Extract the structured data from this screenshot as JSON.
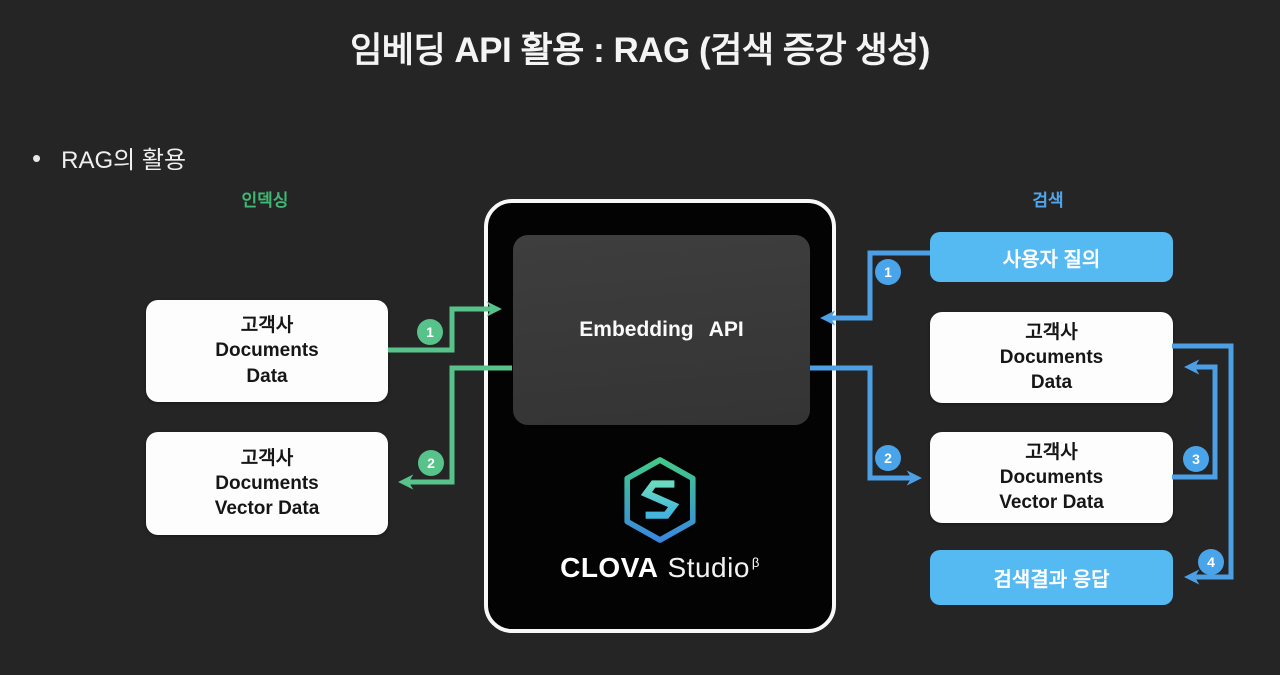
{
  "slide": {
    "title": "임베딩 API 활용 : RAG (검색 증강 생성)",
    "bullet": "•",
    "bullet_label": "RAG의 활용"
  },
  "indexing": {
    "label": "인덱싱",
    "boxes": [
      {
        "text": "고객사\nDocuments\nData"
      },
      {
        "text": "고객사\nDocuments\nVector Data"
      }
    ],
    "steps": [
      "1",
      "2"
    ]
  },
  "search": {
    "label": "검색",
    "query_box": "사용자 질의",
    "boxes": [
      {
        "text": "고객사\nDocuments\nData"
      },
      {
        "text": "고객사\nDocuments\nVector Data"
      }
    ],
    "response_box": "검색결과 응답",
    "steps": [
      "1",
      "2",
      "3",
      "4"
    ]
  },
  "platform": {
    "api_label": "Embedding API",
    "brand": "CLOVA",
    "product": "Studio",
    "beta": "β",
    "logo": "clova-studio-hexagon-s-icon"
  },
  "colors": {
    "background": "#252525",
    "indexing_green": "#57C289",
    "indexing_label_green": "#3EB873",
    "search_line_blue": "#4C9FE4",
    "search_badge_blue": "#4AA4EA",
    "accent_box_blue": "#55B9F2",
    "box_white": "#FDFDFD",
    "panel_black": "#030303",
    "panel_border_white": "#F8F8F8",
    "logo_gradient_top": "#41C98A",
    "logo_gradient_bottom": "#3988E0"
  }
}
